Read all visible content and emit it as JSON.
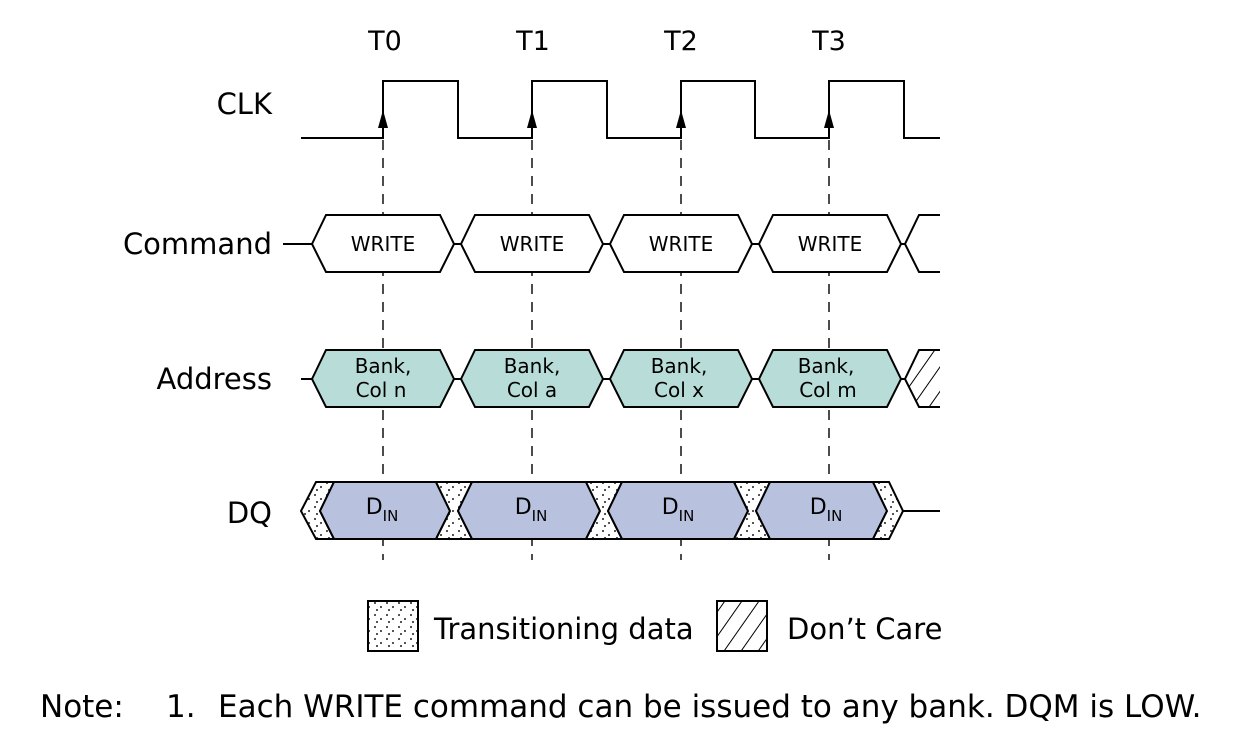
{
  "cycles": [
    "T0",
    "T1",
    "T2",
    "T3"
  ],
  "signals": {
    "clk": "CLK",
    "command": "Command",
    "address": "Address",
    "dq": "DQ"
  },
  "commands": [
    "WRITE",
    "WRITE",
    "WRITE",
    "WRITE"
  ],
  "addresses": [
    {
      "line1": "Bank,",
      "line2": "Col n"
    },
    {
      "line1": "Bank,",
      "line2": "Col a"
    },
    {
      "line1": "Bank,",
      "line2": "Col x"
    },
    {
      "line1": "Bank,",
      "line2": "Col m"
    }
  ],
  "dq": [
    {
      "main": "D",
      "sub": "IN"
    },
    {
      "main": "D",
      "sub": "IN"
    },
    {
      "main": "D",
      "sub": "IN"
    },
    {
      "main": "D",
      "sub": "IN"
    }
  ],
  "legend": {
    "transitioning": "Transitioning data",
    "dont_care": "Don’t Care"
  },
  "note": {
    "label": "Note:",
    "number": "1.",
    "text": "Each WRITE command can be issued to any bank. DQM is LOW."
  },
  "colors": {
    "address_fill": "#b8dcd8",
    "dq_fill": "#b8c2de",
    "line": "#000000"
  }
}
